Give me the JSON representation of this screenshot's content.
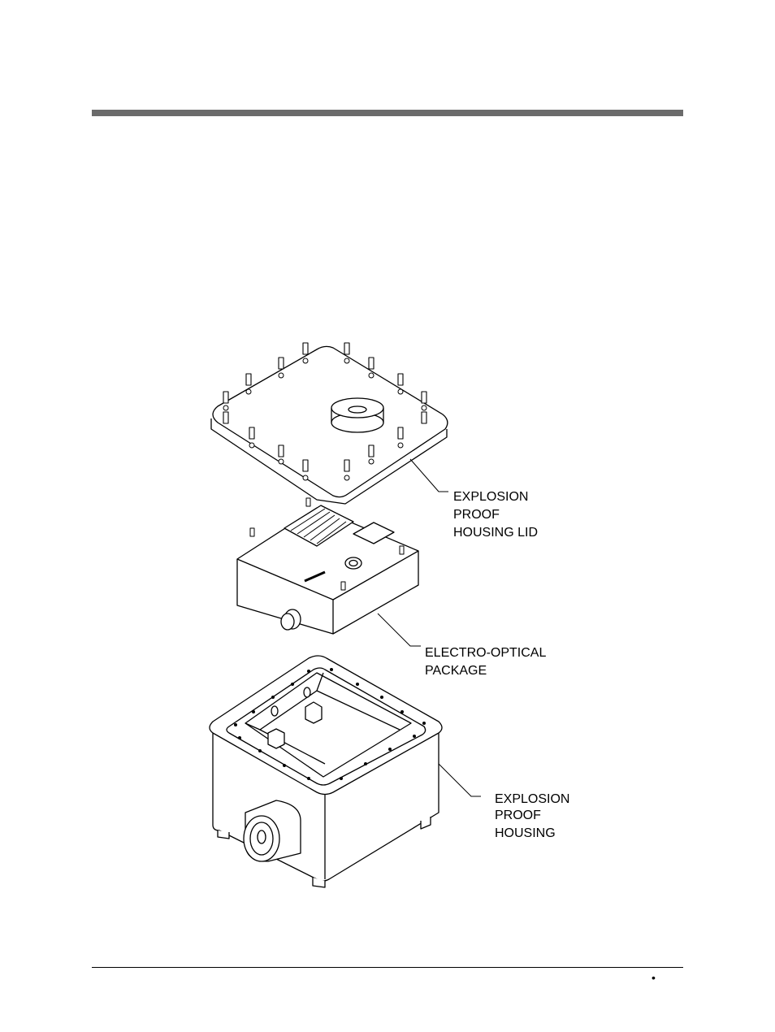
{
  "figure": {
    "callouts": {
      "lid": [
        "EXPLOSION",
        "PROOF",
        "HOUSING LID"
      ],
      "package": [
        "ELECTRO-OPTICAL",
        "PACKAGE"
      ],
      "housing": [
        "EXPLOSION",
        "PROOF",
        "HOUSING"
      ]
    }
  },
  "footer": {
    "bullet": "•"
  }
}
